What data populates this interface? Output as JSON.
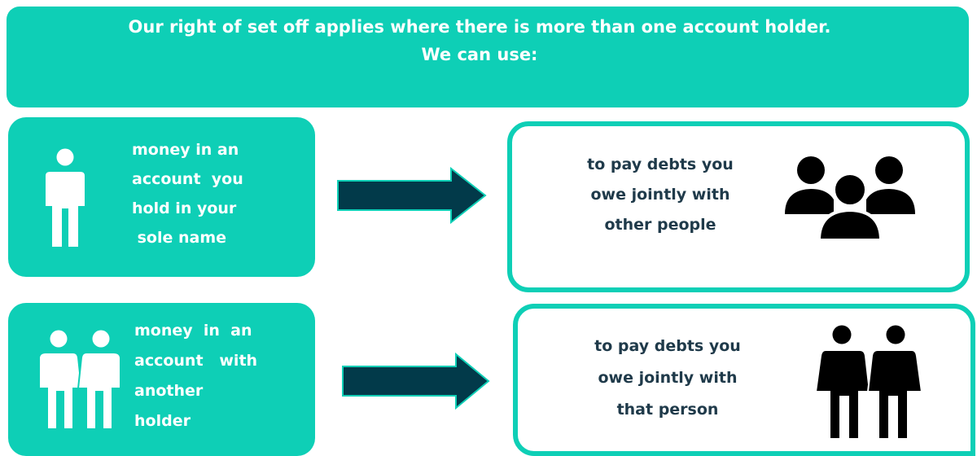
{
  "header": {
    "line1": "Our right of set off applies where there is more than one account holder.",
    "line2": "We can use:"
  },
  "rows": [
    {
      "source": {
        "icon": "single-person-icon",
        "lines": [
          "money in an",
          "account  you",
          "hold in your",
          " sole name"
        ]
      },
      "arrow": "right-arrow-icon",
      "destination": {
        "icon": "group-people-icon",
        "lines": [
          "to pay debts you",
          "owe jointly with",
          "other people"
        ]
      }
    },
    {
      "source": {
        "icon": "two-people-icon",
        "lines": [
          "money  in  an",
          "account   with",
          "another",
          "holder"
        ]
      },
      "arrow": "right-arrow-icon",
      "destination": {
        "icon": "couple-icon",
        "lines": [
          "to pay debts you",
          "owe jointly with",
          "that person"
        ]
      }
    }
  ],
  "colors": {
    "accent": "#0ecfb6",
    "arrow": "#023a4a",
    "text_dark": "#1f3a4a",
    "icon_dark": "#000000",
    "icon_light": "#ffffff"
  }
}
